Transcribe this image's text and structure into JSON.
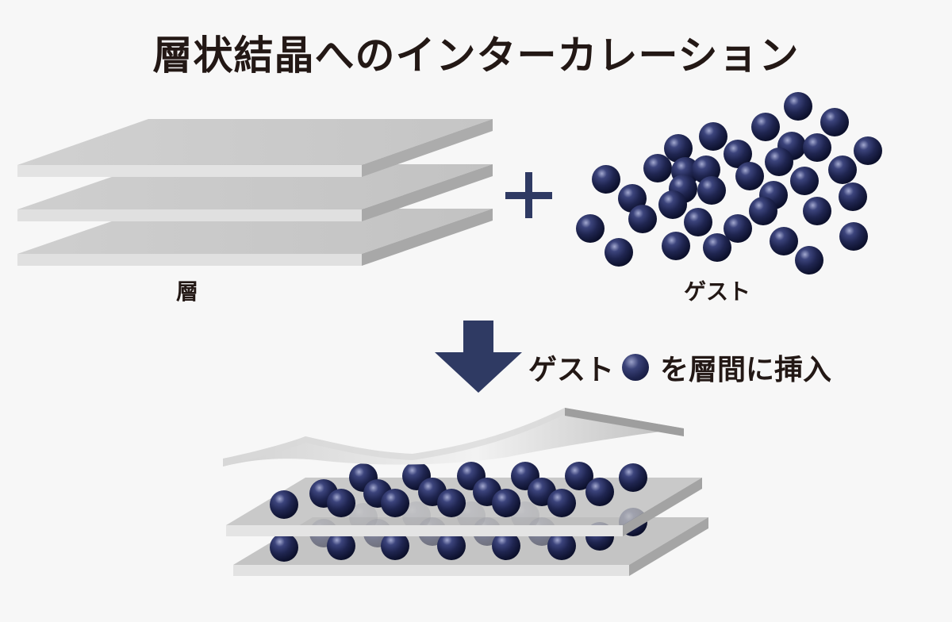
{
  "title": "層状結晶へのインターカレーション",
  "labels": {
    "layer": "層",
    "guest": "ゲスト"
  },
  "arrow_caption": {
    "before": "ゲスト",
    "ball_icon": "guest-sphere-icon",
    "after": "を層間に挿入"
  },
  "colors": {
    "background": "#f7f7f7",
    "text": "#231815",
    "arrow": "#2f3a63",
    "ball": "#1f2550",
    "plate_top": "#c9c9c9",
    "plate_side": "#a9a9a9"
  }
}
